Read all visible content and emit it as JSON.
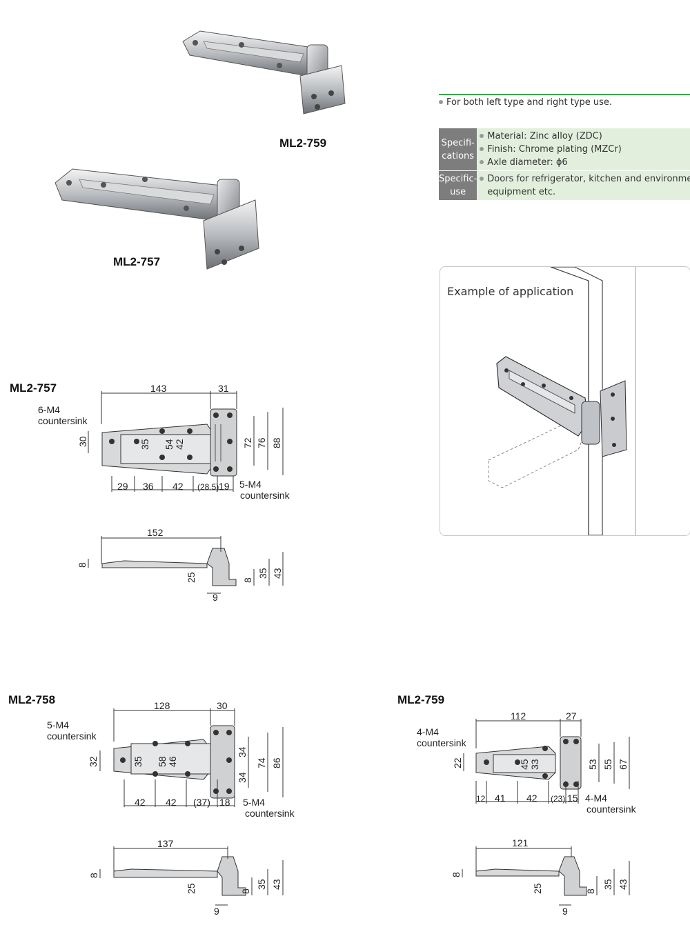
{
  "products": {
    "top": "ML2-759",
    "middle": "ML2-757"
  },
  "usage_note": "For both left type and right type use.",
  "specifications": {
    "spec_header": "Specifi-\ncations",
    "spec_items": [
      "Material: Zinc alloy (ZDC)",
      "Finish: Chrome plating (MZCr)",
      "Axle diameter: ϕ6"
    ],
    "use_header": "Specific-\nuse",
    "use_items": [
      "Doors for refrigerator, kitchen and environment",
      "equipment etc."
    ]
  },
  "application": {
    "title": "Example of application"
  },
  "drawings": {
    "ml2_757": {
      "title": "ML2-757",
      "holes_left": "6-M4",
      "countersink": "countersink",
      "holes_right": "5-M4",
      "dims_top": [
        "143",
        "31"
      ],
      "dims_bottom": [
        "29",
        "36",
        "42",
        "(28.5)",
        "19"
      ],
      "dims_vertical": [
        "30",
        "35",
        "54",
        "42",
        "72",
        "76",
        "88"
      ],
      "side_dims": [
        "152",
        "8",
        "25",
        "8",
        "35",
        "43",
        "9"
      ]
    },
    "ml2_758": {
      "title": "ML2-758",
      "holes_left": "5-M4",
      "countersink": "countersink",
      "holes_right": "5-M4",
      "dims_top": [
        "128",
        "30"
      ],
      "dims_bottom": [
        "42",
        "42",
        "(37)",
        "18"
      ],
      "dims_vertical": [
        "32",
        "35",
        "58",
        "46",
        "34",
        "34",
        "74",
        "86"
      ],
      "side_dims": [
        "137",
        "8",
        "25",
        "8",
        "35",
        "43",
        "9"
      ]
    },
    "ml2_759": {
      "title": "ML2-759",
      "holes_left": "4-M4",
      "countersink": "countersink",
      "holes_right": "4-M4",
      "dims_top": [
        "112",
        "27"
      ],
      "dims_bottom": [
        "12",
        "41",
        "42",
        "(23)",
        "15"
      ],
      "dims_vertical": [
        "22",
        "45",
        "33",
        "53",
        "55",
        "67"
      ],
      "side_dims": [
        "121",
        "8",
        "25",
        "8",
        "35",
        "43",
        "9"
      ]
    }
  }
}
